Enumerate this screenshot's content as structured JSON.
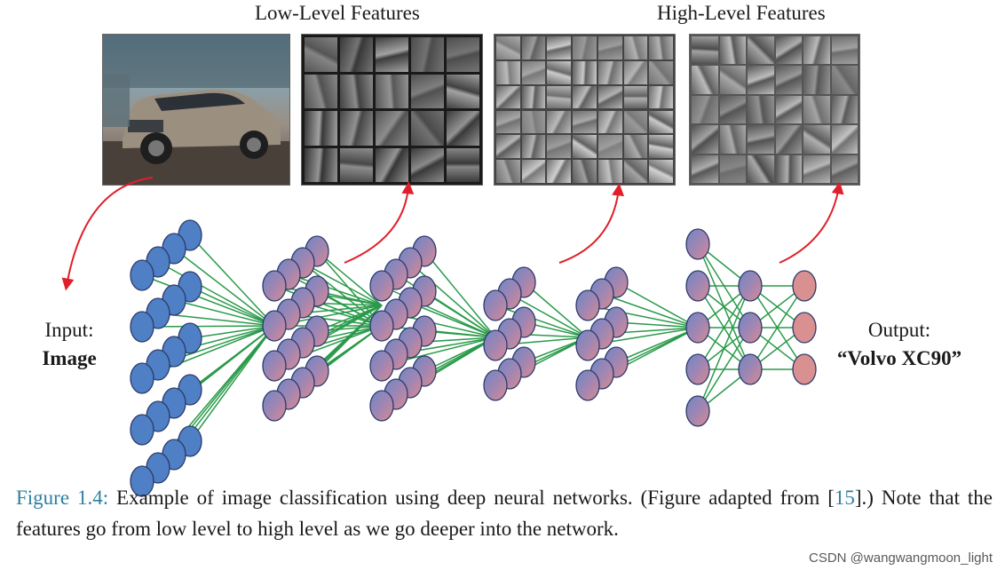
{
  "header": {
    "low_level_title": "Low-Level Features",
    "high_level_title": "High-Level Features"
  },
  "input": {
    "line1": "Input:",
    "line2": "Image"
  },
  "output": {
    "line1": "Output:",
    "line2": "“Volvo XC90”"
  },
  "caption": {
    "figure_label": "Figure 1.4:",
    "text_a": " Example of image classification using deep neural networks. (Figure adapted from [",
    "ref": "15",
    "text_b": "].) Note that the features go from low level to high level as we go deeper into the network."
  },
  "watermark": "CSDN @wangwangmoon_light",
  "colors": {
    "input_node": "#4f7fc4",
    "hidden_top": "#6f86c6",
    "hidden_bottom": "#d4878f",
    "output_node": "#d99090",
    "connection": "#2a9a4a",
    "arrow": "#e01f2a",
    "figure_label": "#2e7fa0"
  }
}
